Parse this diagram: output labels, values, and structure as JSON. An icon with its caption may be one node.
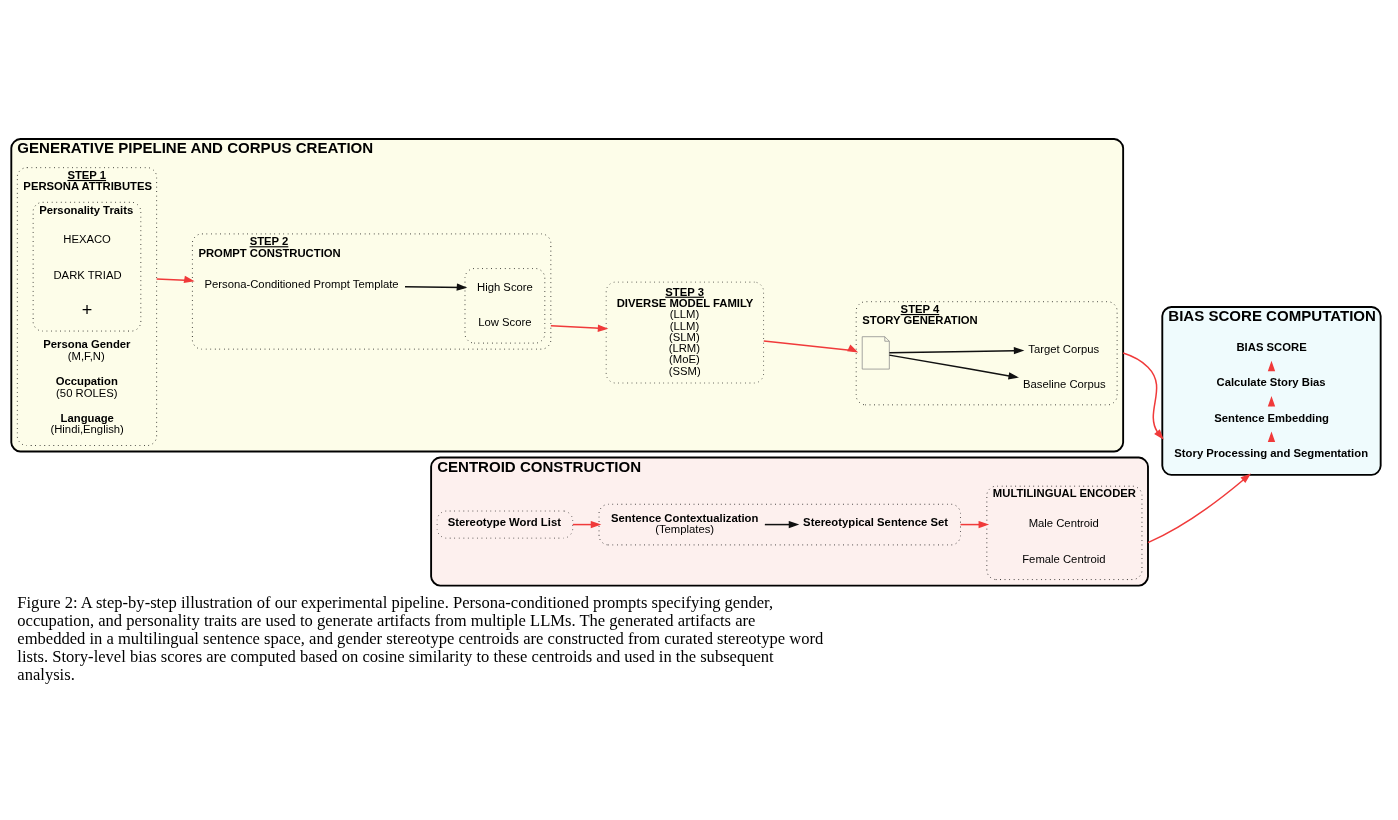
{
  "diagram": {
    "caption": "Figure 2: A step-by-step illustration of our experimental pipeline. Persona-conditioned prompts specifying gender, occupation, and personality traits are used to generate artifacts from multiple LLMs. The generated artifacts are embedded in a multilingual sentence space, and gender stereotype centroids are constructed from curated stereotype word lists. Story-level bias scores are computed based on cosine similarity to these centroids and used in the subsequent analysis.",
    "nodes": [
      {
        "text": [
          "GENERATIVE PIPELINE AND CORPUS CREATION"
        ]
      },
      {
        "text": [
          "STEP 1",
          "PERSONA ATTRIBUTES"
        ],
        "in": 0
      },
      {
        "text": [
          "Persona Gender",
          "(M,F,N)"
        ],
        "in": 1
      },
      {
        "text": [
          "Occupation",
          "(50 ROLES)"
        ],
        "in": 1
      },
      {
        "text": [
          "Language",
          "(Hindi,English)"
        ],
        "in": 1
      },
      {
        "text": [
          "Personality Traits"
        ],
        "in": 1
      },
      {
        "text": [
          "HEXACO"
        ],
        "in": 5
      },
      {
        "text": [
          "DARK TRIAD"
        ],
        "in": 5
      },
      {
        "text": [
          "STEP 2",
          "PROMPT CONSTRUCTION"
        ],
        "in": 0
      },
      {
        "text": [
          "Persona-Conditioned Prompt Template"
        ],
        "in": 8
      },
      {
        "text": [],
        "shape": "box",
        "in": 8
      },
      {
        "text": [
          "High Score"
        ],
        "in": 10
      },
      {
        "text": [
          "Low Score"
        ],
        "in": 10
      },
      {
        "text": [
          "STEP 3",
          "DIVERSE MODEL FAMILY",
          "(LLM)",
          "(LLM)",
          "(SLM)",
          "(LRM)",
          "(MoE)",
          "(SSM)"
        ],
        "in": 0
      },
      {
        "text": [
          "STEP 4",
          "STORY GENERATION"
        ],
        "in": 0
      },
      {
        "text": [],
        "shape": "document",
        "in": 14
      },
      {
        "text": [
          "Baseline Corpus"
        ],
        "in": 14
      },
      {
        "text": [
          "Target Corpus"
        ],
        "in": 14
      },
      {
        "text": [
          "CENTROID CONSTRUCTION"
        ]
      },
      {
        "text": [
          "Stereotype Word List"
        ],
        "in": 18
      },
      {
        "text": [],
        "shape": "box",
        "in": 18
      },
      {
        "text": [
          "Sentence Contextualization",
          "(Templates)"
        ],
        "in": 20
      },
      {
        "text": [
          "Stereotypical Sentence Set"
        ],
        "in": 20
      },
      {
        "text": [
          "MULTILINGUAL ENCODER"
        ],
        "in": 18
      },
      {
        "text": [
          "Male Centroid"
        ],
        "in": 23
      },
      {
        "text": [
          "Female Centroid"
        ],
        "in": 23
      },
      {
        "text": [
          "BIAS SCORE COMPUTATION"
        ]
      },
      {
        "text": [
          "Story Processing and Segmentation"
        ],
        "in": 26
      },
      {
        "text": [
          "Sentence Embedding"
        ],
        "in": 26
      },
      {
        "text": [
          "Calculate Story Bias"
        ],
        "in": 26
      },
      {
        "text": [
          "BIAS SCORE"
        ],
        "in": 26
      }
    ],
    "edges": [
      {
        "from": 1,
        "to": 8,
        "arrow": "to"
      },
      {
        "from": 9,
        "to": 10,
        "arrow": "to",
        "color": "#111111"
      },
      {
        "from": 8,
        "to": 13,
        "arrow": "to"
      },
      {
        "from": 13,
        "to": 14,
        "arrow": "to"
      },
      {
        "from": 15,
        "to": 16,
        "arrow": "to",
        "color": "#111111"
      },
      {
        "from": 15,
        "to": 17,
        "arrow": "to",
        "color": "#111111"
      },
      {
        "from": 19,
        "to": 20,
        "arrow": "to"
      },
      {
        "from": 21,
        "to": 22,
        "arrow": "to",
        "color": "#111111"
      },
      {
        "from": 20,
        "to": 23,
        "arrow": "to"
      },
      {
        "from": 0,
        "to": 26,
        "arrow": "to"
      },
      {
        "from": 18,
        "to": 26,
        "arrow": "to"
      },
      {
        "from": 27,
        "to": 28,
        "arrow": "to"
      },
      {
        "from": 28,
        "to": 29,
        "arrow": "to"
      },
      {
        "from": 29,
        "to": 30,
        "arrow": "to"
      }
    ],
    "labels": [
      "+"
    ]
  }
}
